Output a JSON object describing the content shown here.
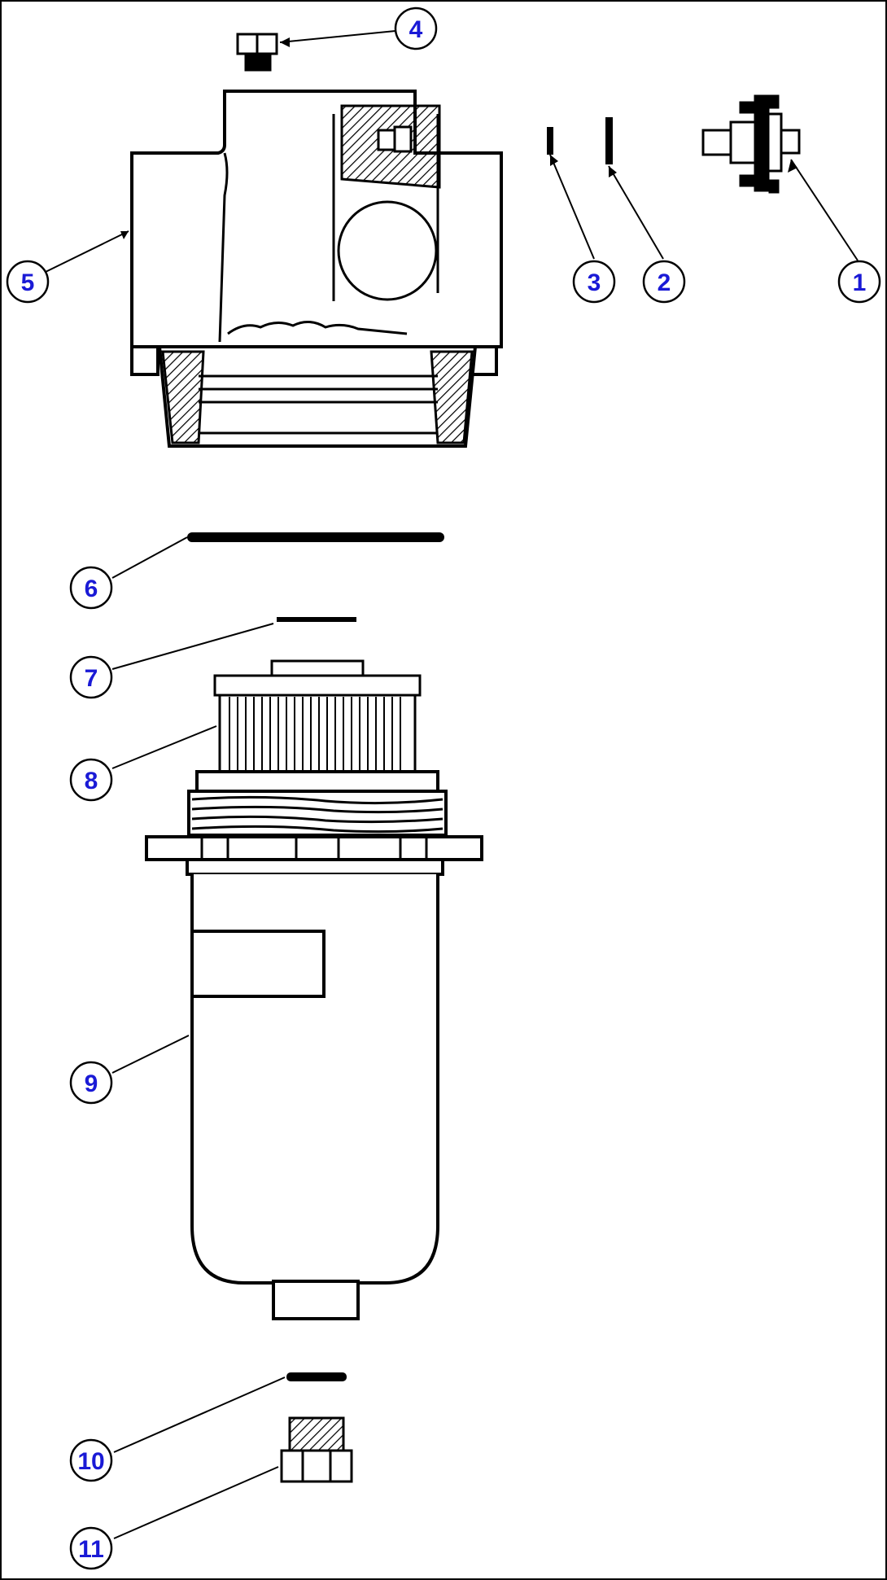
{
  "callouts": [
    {
      "id": "1",
      "label": "1"
    },
    {
      "id": "2",
      "label": "2"
    },
    {
      "id": "3",
      "label": "3"
    },
    {
      "id": "4",
      "label": "4"
    },
    {
      "id": "5",
      "label": "5"
    },
    {
      "id": "6",
      "label": "6"
    },
    {
      "id": "7",
      "label": "7"
    },
    {
      "id": "8",
      "label": "8"
    },
    {
      "id": "9",
      "label": "9"
    },
    {
      "id": "10",
      "label": "10"
    },
    {
      "id": "11",
      "label": "11"
    }
  ],
  "colors": {
    "line": "#000000",
    "callout_text": "#1a1ad6",
    "background": "#ffffff"
  }
}
